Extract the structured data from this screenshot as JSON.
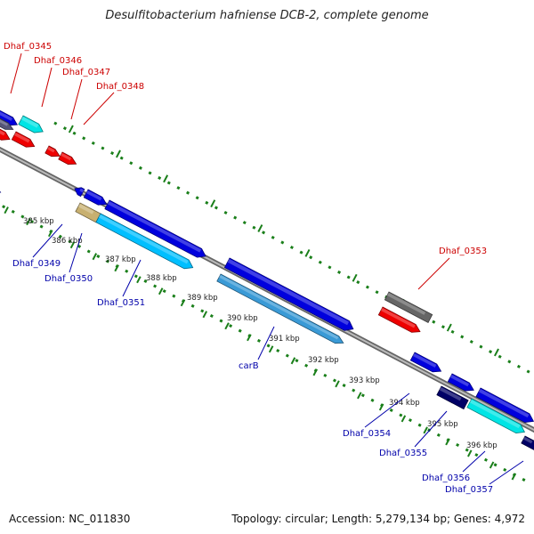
{
  "title": "Desulfitobacterium hafniense DCB-2, complete genome",
  "footer": {
    "accession": "Accession: NC_011830",
    "summary": "Topology: circular; Length: 5,279,134 bp; Genes: 4,972"
  },
  "colors": {
    "forward_label": "#cc0000",
    "reverse_label": "#0000aa",
    "tick": "#1a7f1a",
    "backbone": "#888888"
  },
  "kbp_labels": [
    "385 kbp",
    "386 kbp",
    "387 kbp",
    "388 kbp",
    "389 kbp",
    "390 kbp",
    "391 kbp",
    "392 kbp",
    "393 kbp",
    "394 kbp",
    "395 kbp",
    "396 kbp"
  ],
  "gene_labels": [
    {
      "text": "Dhaf_0345",
      "strand": "forward"
    },
    {
      "text": "Dhaf_0346",
      "strand": "forward"
    },
    {
      "text": "Dhaf_0347",
      "strand": "forward"
    },
    {
      "text": "Dhaf_0348",
      "strand": "forward"
    },
    {
      "text": "Dhaf_0353",
      "strand": "forward"
    },
    {
      "text": "Dhaf_0349",
      "strand": "reverse"
    },
    {
      "text": "Dhaf_0350",
      "strand": "reverse"
    },
    {
      "text": "Dhaf_0351",
      "strand": "reverse"
    },
    {
      "text": "carB",
      "strand": "reverse"
    },
    {
      "text": "Dhaf_0354",
      "strand": "reverse"
    },
    {
      "text": "Dhaf_0355",
      "strand": "reverse"
    },
    {
      "text": "Dhaf_0356",
      "strand": "reverse"
    },
    {
      "text": "Dhaf_0357",
      "strand": "reverse"
    }
  ]
}
